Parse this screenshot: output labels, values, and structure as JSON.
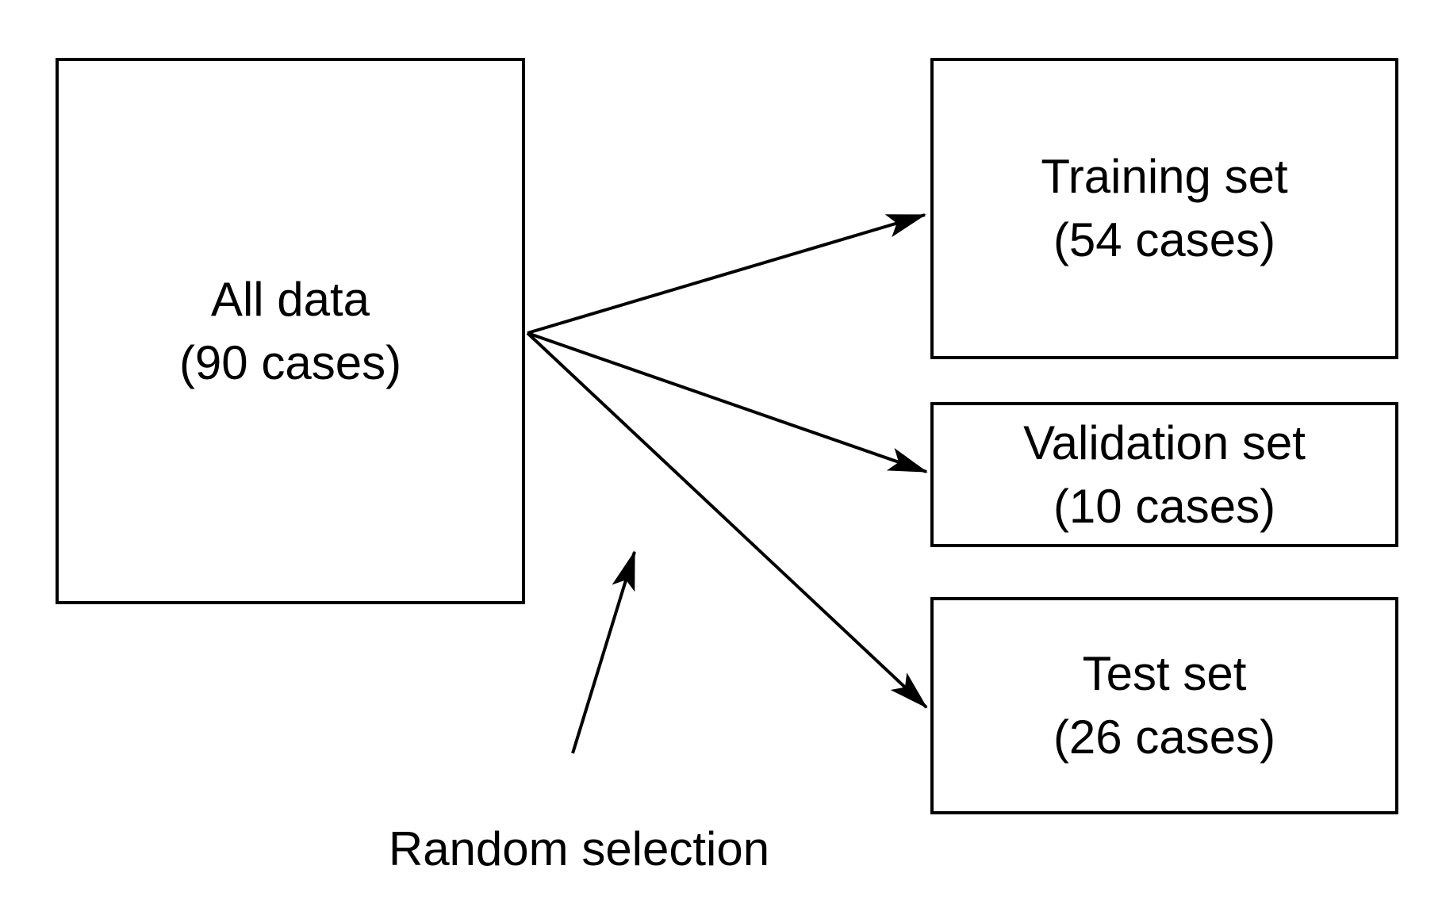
{
  "diagram": {
    "source": {
      "label": "All data",
      "cases": "(90 cases)"
    },
    "targets": [
      {
        "id": "training",
        "label": "Training set",
        "cases": "(54 cases)"
      },
      {
        "id": "validation",
        "label": "Validation set",
        "cases": "(10 cases)"
      },
      {
        "id": "test",
        "label": "Test set",
        "cases": "(26 cases)"
      }
    ],
    "annotation": {
      "label": "Random selection"
    },
    "colors": {
      "line": "#000000",
      "text": "#000000",
      "background": "#ffffff"
    }
  }
}
